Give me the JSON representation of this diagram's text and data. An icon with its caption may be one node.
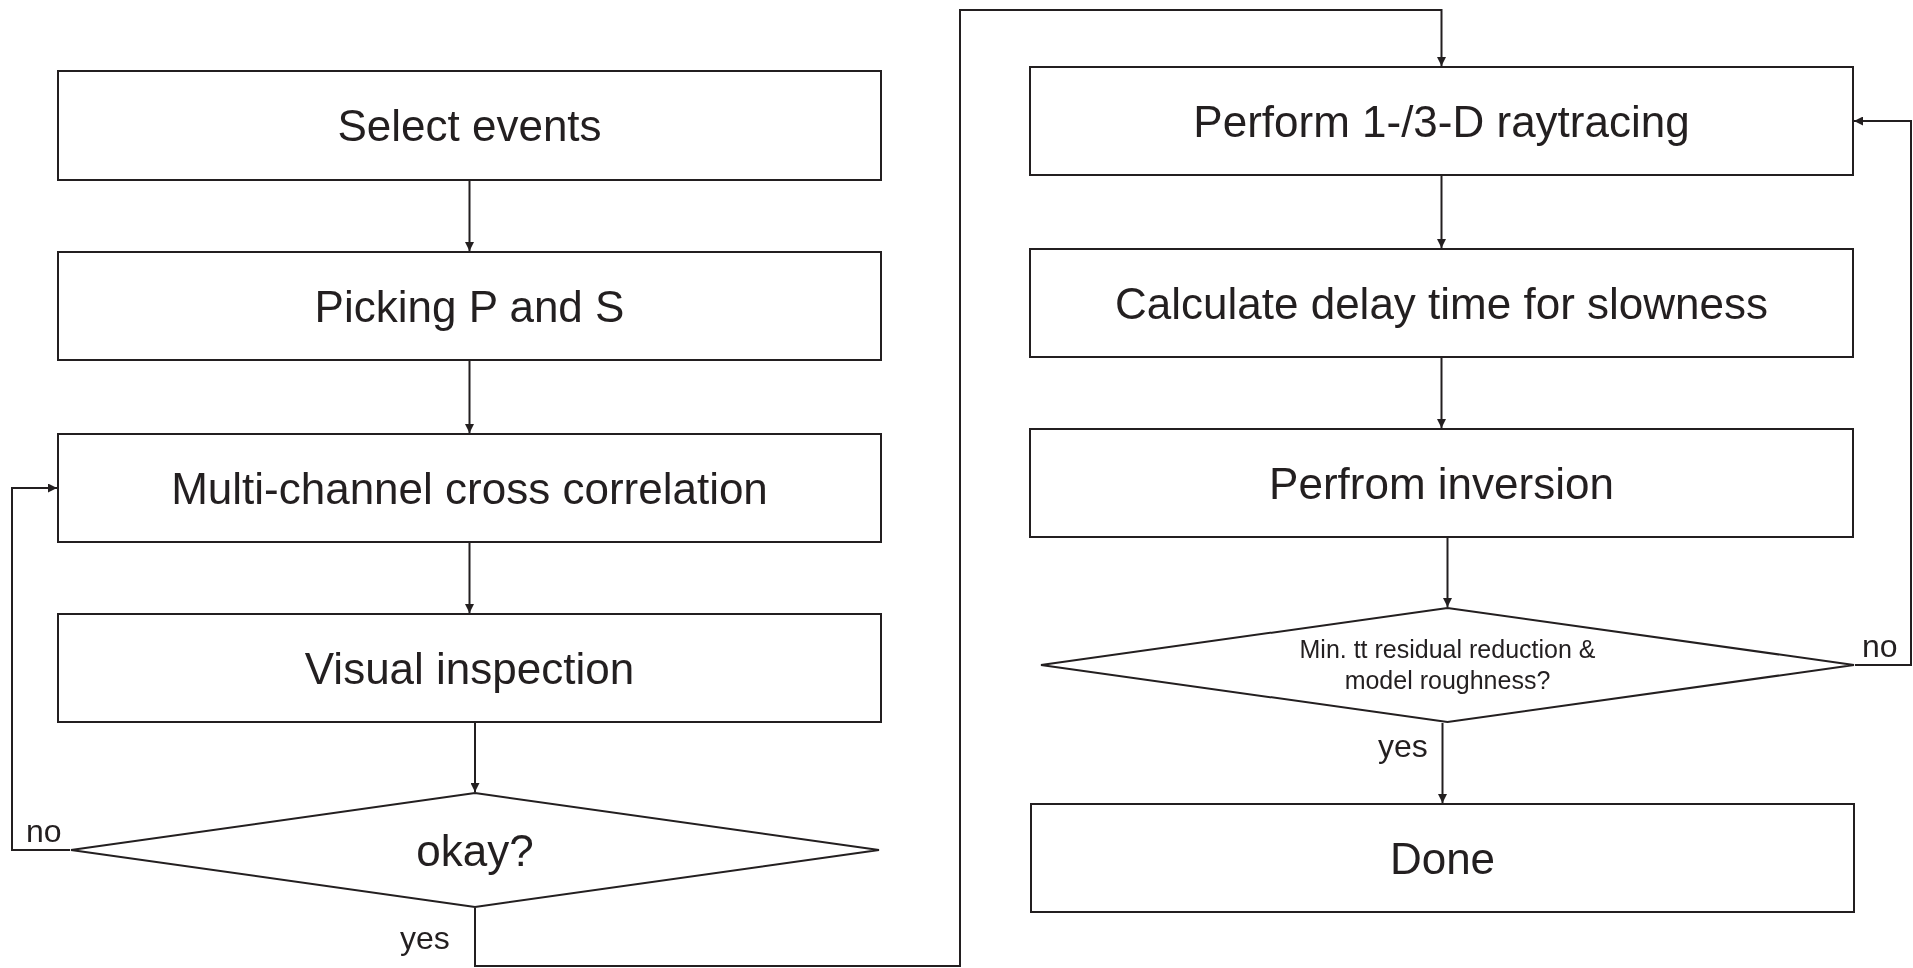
{
  "diagram": {
    "nodes": [
      {
        "text": [
          "Select events"
        ]
      },
      {
        "text": [
          "Picking P and S"
        ]
      },
      {
        "text": [
          "Multi-channel cross correlation"
        ]
      },
      {
        "text": [
          "Visual inspection"
        ]
      },
      {
        "text": [
          "okay?"
        ]
      },
      {
        "text": [
          "Perform 1-/3-D raytracing"
        ]
      },
      {
        "text": [
          "Calculate delay time for slowness"
        ]
      },
      {
        "text": [
          "Perfrom inversion"
        ]
      },
      {
        "text": [
          "Min. tt residual reduction & model roughness?"
        ]
      },
      {
        "text": [
          "Done"
        ]
      }
    ],
    "edges": [
      {
        "from": 0,
        "to": 1,
        "arrow": "to"
      },
      {
        "from": 1,
        "to": 2,
        "arrow": "to"
      },
      {
        "from": 2,
        "to": 3,
        "arrow": "to"
      },
      {
        "from": 3,
        "to": 4,
        "arrow": "to"
      },
      {
        "from": 4,
        "to": 2,
        "arrow": "to",
        "label": "no"
      },
      {
        "from": 4,
        "to": 5,
        "arrow": "to",
        "label": "yes"
      },
      {
        "from": 5,
        "to": 6,
        "arrow": "to"
      },
      {
        "from": 6,
        "to": 7,
        "arrow": "to"
      },
      {
        "from": 7,
        "to": 8,
        "arrow": "to"
      },
      {
        "from": 8,
        "to": 9,
        "arrow": "to",
        "label": "yes"
      },
      {
        "from": 8,
        "to": 5,
        "arrow": "to",
        "label": "no"
      }
    ]
  }
}
